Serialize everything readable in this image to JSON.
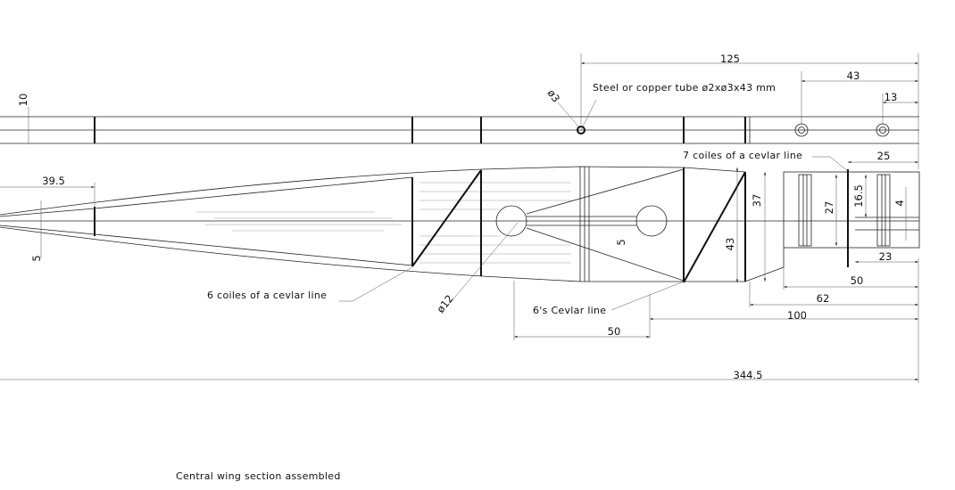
{
  "caption": "Central wing section assembled",
  "notes": {
    "tube": "Steel or copper tube ø2xø3x43 mm",
    "kevlar7": "7 coiles of a cevlar line",
    "kevlar6": "6 coiles of a cevlar line",
    "kevlar6s": "6's Cevlar line"
  },
  "dimensions": {
    "d125": "125",
    "d43": "43",
    "d13": "13",
    "d10": "10",
    "d_phi3": "ø3",
    "d39_5": "39.5",
    "d5_left": "5",
    "d25": "25",
    "d37": "37",
    "d43_v": "43",
    "d27": "27",
    "d16_5": "16.5",
    "d4": "4",
    "d5_mid": "5",
    "d23": "23",
    "d50_right": "50",
    "d62": "62",
    "d100": "100",
    "d50_low": "50",
    "d_phi12": "ø12",
    "d344_5": "344.5"
  }
}
